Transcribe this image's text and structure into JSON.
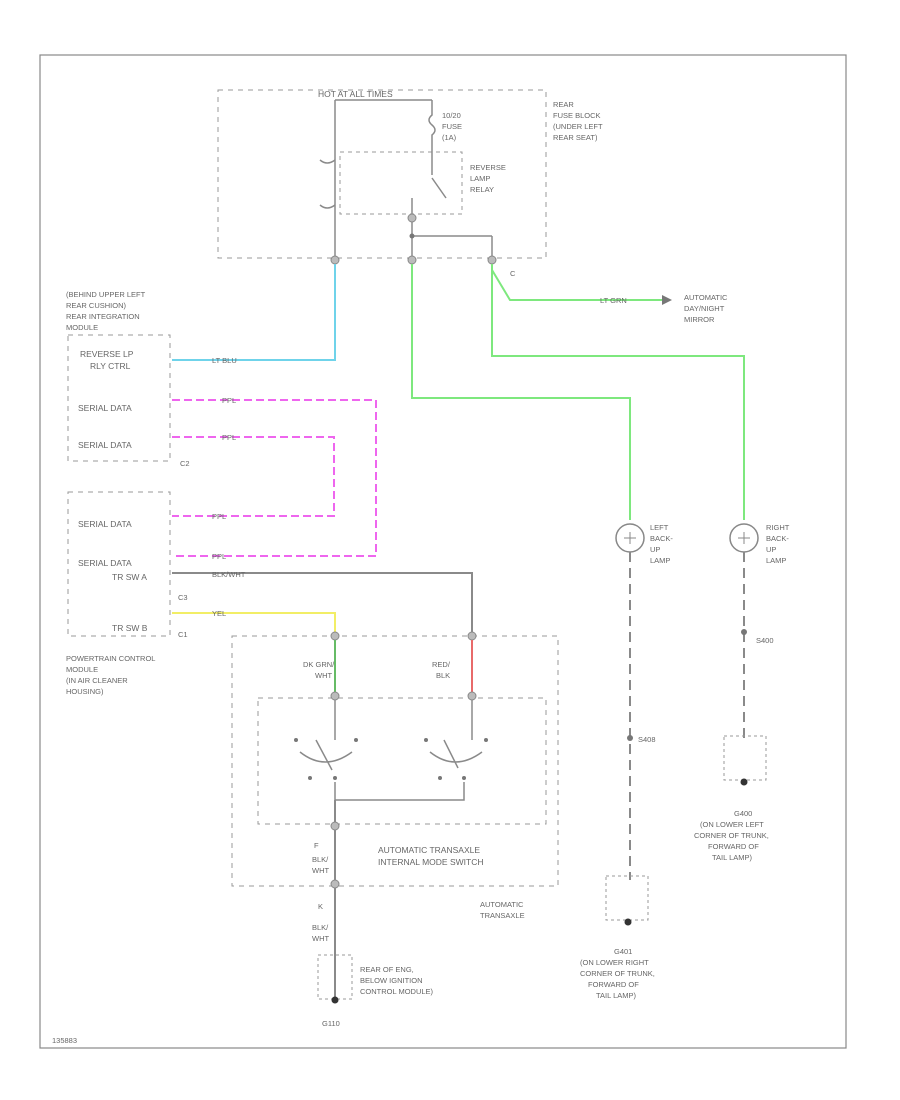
{
  "labels": {
    "hot_at_all_times": "HOT AT ALL TIMES",
    "fuse_name": "10/20",
    "fuse_word": "FUSE",
    "fuse_num": "(1A)",
    "relay_l1": "REVERSE",
    "relay_l2": "LAMP",
    "relay_l3": "RELAY",
    "fuse_block_l1": "REAR",
    "fuse_block_l2": "FUSE BLOCK",
    "fuse_block_l3": "(UNDER LEFT",
    "fuse_block_l4": "REAR SEAT)",
    "conn_c": "C",
    "bcm_loc_l1": "(BEHIND UPPER LEFT",
    "bcm_loc_l2": "REAR CUSHION)",
    "bcm_loc_l3": "REAR INTEGRATION",
    "bcm_loc_l4": "MODULE",
    "rim_row1": "REVERSE LP",
    "rim_row1b": "RLY CTRL",
    "rim_row2": "SERIAL DATA",
    "rim_row3": "SERIAL DATA",
    "conn_c2": "C2",
    "pcm_row1": "SERIAL DATA",
    "pcm_row2": "SERIAL DATA",
    "pcm_row3": "TR SW A",
    "pcm_row4": "TR SW B",
    "conn_c3": "C3",
    "conn_c1": "C1",
    "pcm_l1": "POWERTRAIN CONTROL",
    "pcm_l2": "MODULE",
    "pcm_l3": "(IN AIR CLEANER",
    "pcm_l4": "HOUSING)",
    "wire_ltblu": "LT BLU",
    "wire_ppl1": "PPL",
    "wire_ppl2": "PPL",
    "wire_ppl3": "PPL",
    "wire_ppl4": "PPL",
    "wire_blkwht": "BLK/WHT",
    "wire_yel": "YEL",
    "wire_ltgrn": "LT GRN",
    "mirror_l1": "AUTOMATIC",
    "mirror_l2": "DAY/NIGHT",
    "mirror_l3": "MIRROR",
    "dkgrn_l1": "DK GRN/",
    "dkgrn_l2": "WHT",
    "redblk_l1": "RED/",
    "redblk_l2": "BLK",
    "switch_l1": "AUTOMATIC TRANSAXLE",
    "switch_l2": "INTERNAL MODE SWITCH",
    "transaxle_l1": "AUTOMATIC",
    "transaxle_l2": "TRANSAXLE",
    "blkwht_a1": "BLK/",
    "blkwht_a2": "WHT",
    "blkwht_b1": "BLK/",
    "blkwht_b2": "WHT",
    "pin_f": "F",
    "pin_k": "K",
    "ground_l1": "REAR OF ENG,",
    "ground_l2": "BELOW IGNITION",
    "ground_l3": "CONTROL MODULE)",
    "ground_id": "G110",
    "left_lamp_l1": "LEFT",
    "left_lamp_l2": "BACK-",
    "left_lamp_l3": "UP",
    "left_lamp_l4": "LAMP",
    "right_lamp_l1": "RIGHT",
    "right_lamp_l2": "BACK-",
    "right_lamp_l3": "UP",
    "right_lamp_l4": "LAMP",
    "splice_left": "S408",
    "splice_right": "S400",
    "g401_l1": "G401",
    "g401_l2": "(ON LOWER RIGHT",
    "g401_l3": "CORNER OF TRUNK,",
    "g401_l4": "FORWARD OF",
    "g401_l5": "TAIL LAMP)",
    "g400_l1": "G400",
    "g400_l2": "(ON LOWER LEFT",
    "g400_l3": "CORNER OF TRUNK,",
    "g400_l4": "FORWARD OF",
    "g400_l5": "TAIL LAMP)",
    "footer_code": "135883"
  },
  "colors": {
    "lt_blu": "#6fd3ea",
    "ppl": "#ee66ee",
    "lt_grn": "#7ee87e",
    "yel": "#f2ee66",
    "red_blk": "#e86a6a",
    "dk_grn": "#66bb66",
    "gray": "#8a8a8a"
  }
}
